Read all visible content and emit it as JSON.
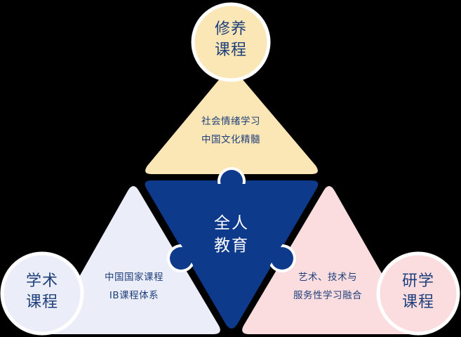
{
  "colors": {
    "background": "#000000",
    "top": "#FBE6B5",
    "left": "#EBEEF9",
    "right": "#FBDDE0",
    "center": "#0E3A8C",
    "ring": "#FFFFFF",
    "text_dark": "#1F3F7A",
    "text_light": "#FFFFFF"
  },
  "center": {
    "lines": [
      "全人",
      "教育"
    ]
  },
  "top": {
    "circle_lines": [
      "修养",
      "课程"
    ],
    "triangle_lines": [
      "社会情绪学习",
      "中国文化精髓"
    ]
  },
  "left": {
    "circle_lines": [
      "学术",
      "课程"
    ],
    "triangle_lines": [
      "中国国家课程",
      "IB课程体系"
    ]
  },
  "right": {
    "circle_lines": [
      "研学",
      "课程"
    ],
    "triangle_lines": [
      "艺术、技术与",
      "服务性学习融合"
    ]
  }
}
